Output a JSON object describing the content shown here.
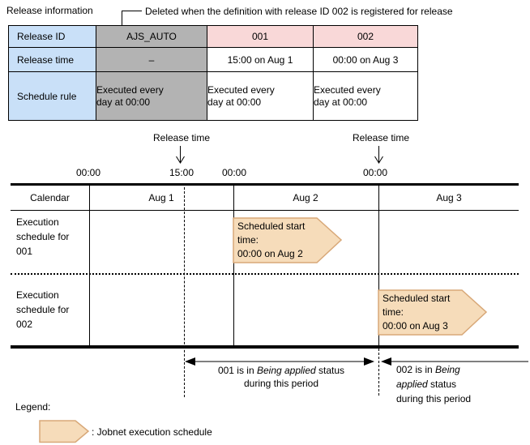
{
  "title": "Release information",
  "annotation": {
    "text": "Deleted when the definition with release ID 002 is registered for release"
  },
  "release_table": {
    "row_headers": [
      "Release ID",
      "Release time",
      "Schedule rule"
    ],
    "columns": [
      {
        "release_id": "AJS_AUTO",
        "release_time": "–",
        "schedule_rule": "Executed every day at 00:00"
      },
      {
        "release_id": "001",
        "release_time": "15:00 on Aug 1",
        "schedule_rule": "Executed every day at 00:00"
      },
      {
        "release_id": "002",
        "release_time": "00:00 on Aug 3",
        "schedule_rule": "Executed every day at 00:00"
      }
    ]
  },
  "timeline": {
    "release_time_label": "Release time",
    "time_labels": [
      "00:00",
      "15:00",
      "00:00",
      "00:00"
    ],
    "calendar_row_label": "Calendar",
    "days": [
      "Aug 1",
      "Aug 2",
      "Aug 3"
    ],
    "rows": [
      {
        "label": "Execution schedule for 001",
        "banner_lines": [
          "Scheduled start",
          "time:",
          "00:00 on Aug 2"
        ]
      },
      {
        "label": "Execution schedule for 002",
        "banner_lines": [
          "Scheduled start",
          "time:",
          "00:00 on Aug 3"
        ]
      }
    ],
    "status_001": {
      "prefix": "001 is in ",
      "italic": "Being applied",
      "suffix": " status during this period"
    },
    "status_002": {
      "prefix": "002 is in ",
      "italic": "Being applied",
      "suffix": " status during this period"
    }
  },
  "legend": {
    "label": "Legend:",
    "item": ": Jobnet execution schedule"
  },
  "colors": {
    "header_blue": "#c9e0f8",
    "cell_gray": "#b3b3b3",
    "header_pink": "#f9d8d8",
    "banner_fill": "#f6dcba",
    "banner_border": "#d8a878",
    "line_color": "#000000"
  }
}
